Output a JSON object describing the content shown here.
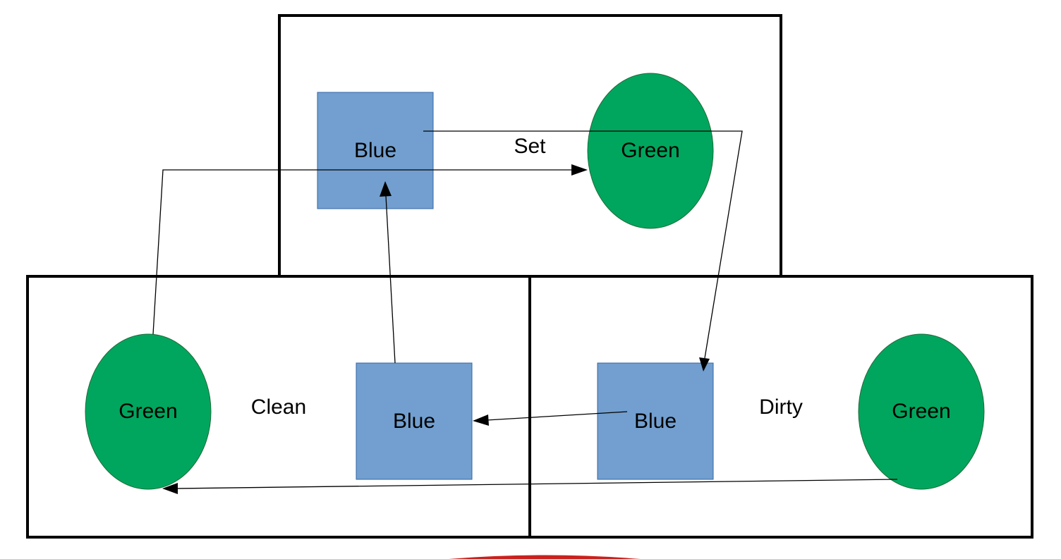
{
  "diagram": {
    "boxes": {
      "set": {
        "label": "Set"
      },
      "clean": {
        "label": "Clean"
      },
      "dirty": {
        "label": "Dirty"
      }
    },
    "nodes": {
      "set_blue": {
        "label": "Blue",
        "shape": "square"
      },
      "set_green": {
        "label": "Green",
        "shape": "ellipse"
      },
      "clean_green": {
        "label": "Green",
        "shape": "ellipse"
      },
      "clean_blue": {
        "label": "Blue",
        "shape": "square"
      },
      "dirty_blue": {
        "label": "Blue",
        "shape": "square"
      },
      "dirty_green": {
        "label": "Green",
        "shape": "ellipse"
      }
    },
    "edges": [
      {
        "from": "set_blue",
        "to": "dirty_blue"
      },
      {
        "from": "clean_green",
        "to": "set_green"
      },
      {
        "from": "clean_blue",
        "to": "set_blue"
      },
      {
        "from": "dirty_blue",
        "to": "clean_blue"
      },
      {
        "from": "dirty_green",
        "to": "clean_green"
      }
    ],
    "colors": {
      "blue_fill": "#729fcf",
      "green_fill": "#00a65d",
      "frame_stroke": "#000000",
      "arrow": "#000000"
    }
  }
}
